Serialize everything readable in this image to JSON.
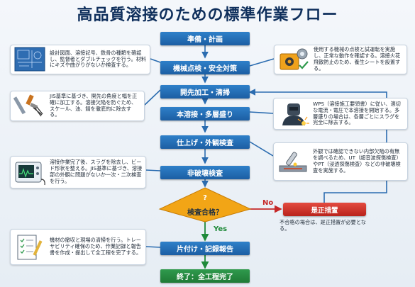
{
  "title": "高品質溶接のための標準作業フロー",
  "steps": [
    "準備・計画",
    "機械点検・安全対策",
    "開先加工・清掃",
    "本溶接・多層盛り",
    "仕上げ・外観検査",
    "非破壊検査",
    "片付け・記録報告",
    "終了：全工程完了"
  ],
  "decision": {
    "symbol": "?",
    "label": "検査合格？",
    "yes": "Yes",
    "no": "No"
  },
  "corrective": {
    "label": "是正措置",
    "desc": "不合格の場合は、是正措置が必要となる。"
  },
  "details": {
    "planning": "設計図面、溶接記号、鉄骨の種類を確認し、監督者とダブルチェックを行う。材料にキズや曲がりがないか検査する。",
    "safety": "使用する機械の点検と試運転を実施し、正常な動作を確認する。溶接火花飛散防止のため、養生シートを設置する。",
    "groove": "JIS基準に基づき、開先の角度と幅を正確に加工する。溶接欠陥を防ぐため、スケール、油、錆を徹底的に除去する。",
    "welding": "WPS（溶接施工要領書）に従い、適切な電流・電圧で本溶接を開始する。多層盛りの場合は、各層ごとにスラグを完全に除去する。",
    "finishing": "溶接作業完了後、スラグを除去し、ビード形状を整える。JIS基準に基づき、溶接部の外観に問題がないか一次・二次検査を行う。",
    "ndt": "外観では確認できない内部欠陥の有無を調べるため、UT（超音波探傷検査）やPT（浸透探傷検査）などの非破壊検査を実施する。",
    "cleanup": "機材の撤収と現場の清掃を行う。トレーサビリティ確保のため、作業記録と報告書を作成・提出して全工程を完了する。"
  },
  "colors": {
    "step": "#1c5ea3",
    "final": "#1f7a36",
    "decision": "#f2a516",
    "corrective": "#c62828",
    "yes": "#1f8a3a"
  },
  "icons": [
    "blueprint-icon",
    "inspection-gear-icon",
    "brush-file-icon",
    "welder-icon",
    "oscilloscope-icon",
    "ndt-probe-icon",
    "report-checklist-icon"
  ]
}
